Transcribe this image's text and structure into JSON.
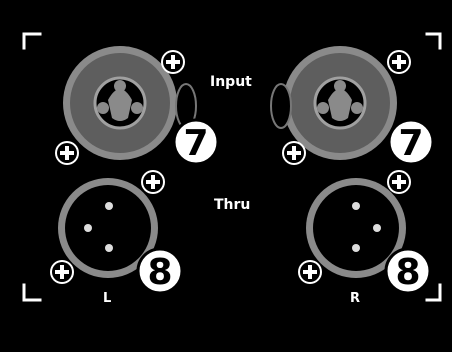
{
  "panel": {
    "labels": {
      "input": "Input",
      "thru": "Thru",
      "left": "L",
      "right": "R"
    },
    "badges": {
      "input_left": "7",
      "input_right": "7",
      "thru_left": "8",
      "thru_right": "8"
    },
    "colors": {
      "background": "#000000",
      "connector_ring": "#8a8a8a",
      "connector_face": "#5e5e5e",
      "badge_fill": "#ffffff",
      "badge_text": "#000000",
      "screw_fill": "#ffffff",
      "bracket": "#ffffff"
    },
    "icons": {
      "combo_connector": "xlr-trs-combo-jack-icon",
      "xlr_connector": "xlr-3pin-jack-icon",
      "screw": "plus-screw-icon",
      "led": "oval-led-icon"
    }
  }
}
